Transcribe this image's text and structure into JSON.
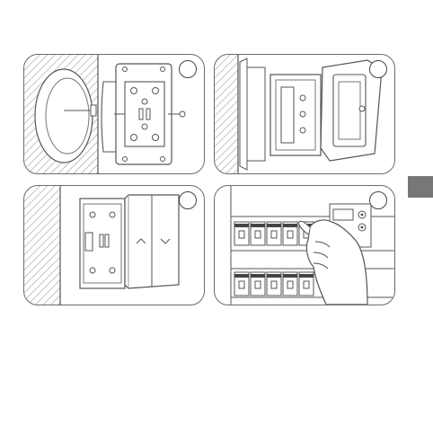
{
  "figure": {
    "steps": [
      {
        "name": "step-1-mount-insert-in-wall-box",
        "marker": ""
      },
      {
        "name": "step-2-attach-frame",
        "marker": ""
      },
      {
        "name": "step-3-clip-cover-plate",
        "marker": ""
      },
      {
        "name": "step-4-switch-on-breakers",
        "marker": ""
      }
    ]
  },
  "colors": {
    "line": "#555555",
    "hatch": "#8a8a8a",
    "tab": "#777777"
  }
}
